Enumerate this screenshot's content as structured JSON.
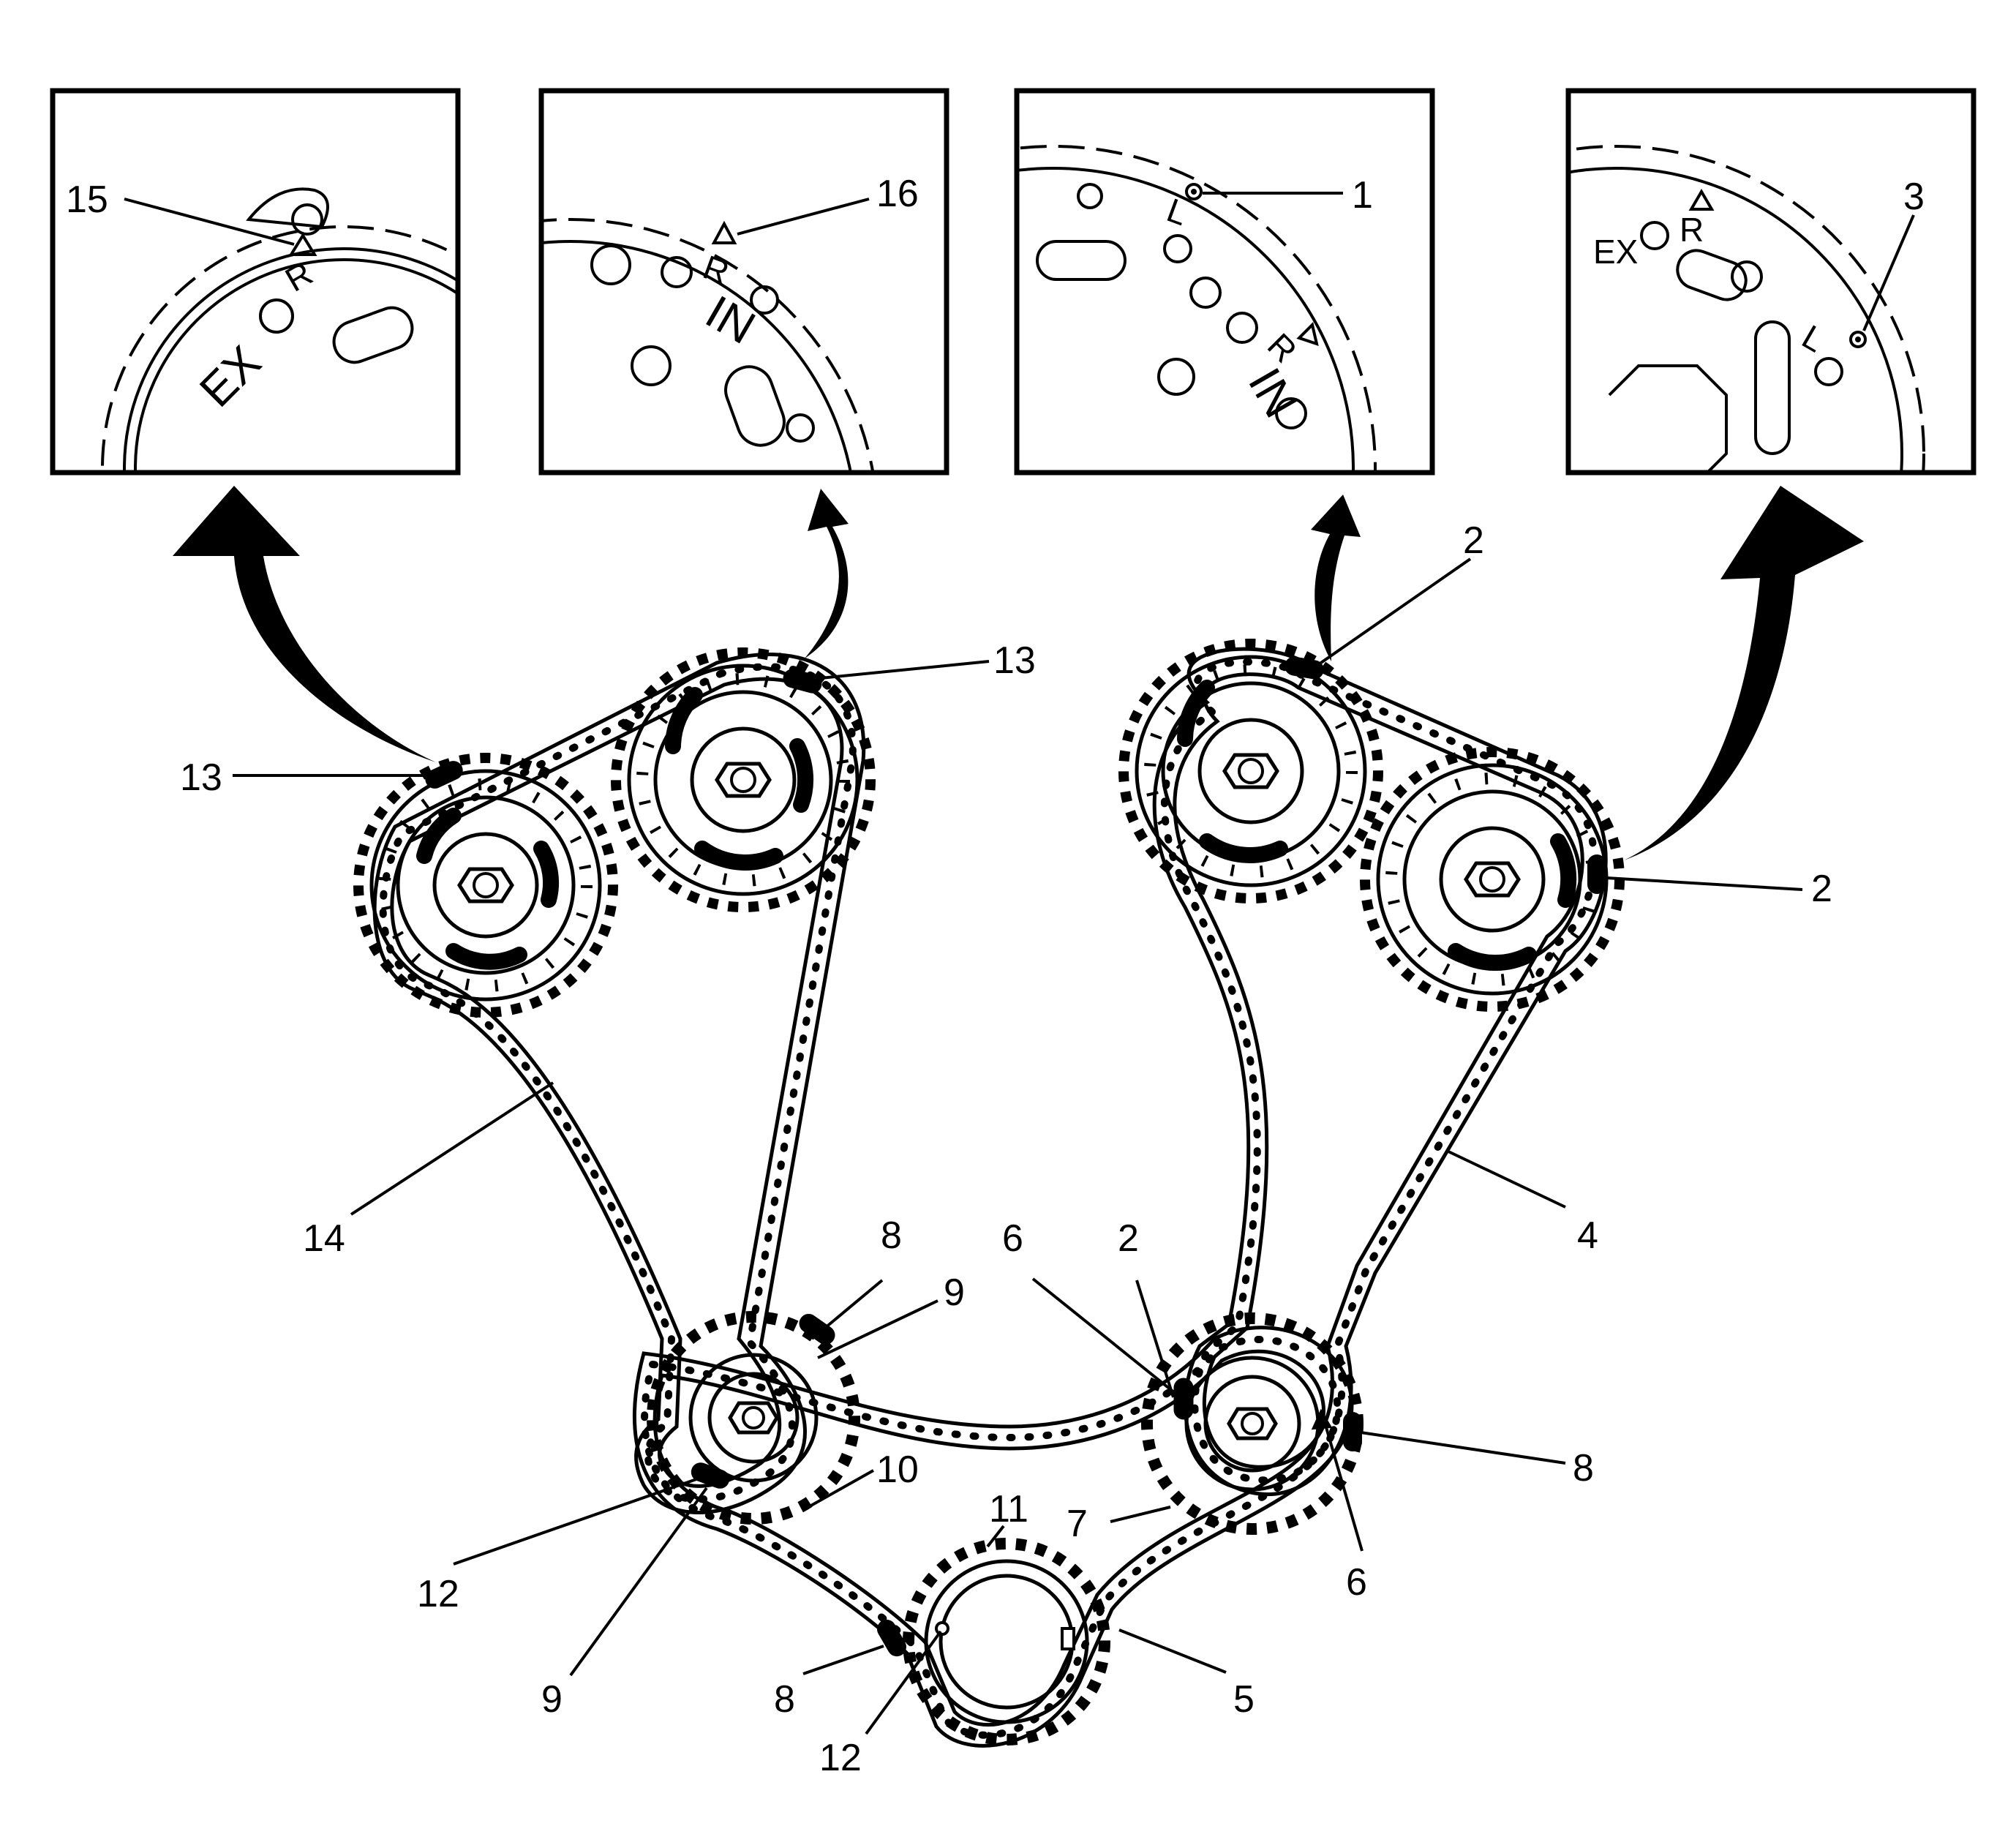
{
  "callouts": {
    "c1": "1",
    "c2a": "2",
    "c2b": "2",
    "c2c": "2",
    "c3": "3",
    "c4": "4",
    "c5": "5",
    "c6a": "6",
    "c6b": "6",
    "c7": "7",
    "c8a": "8",
    "c8b": "8",
    "c8c": "8",
    "c9a": "9",
    "c9b": "9",
    "c10": "10",
    "c11": "11",
    "c12a": "12",
    "c12b": "12",
    "c13a": "13",
    "c13b": "13",
    "c14": "14",
    "c15": "15",
    "c16": "16"
  },
  "sprocket_marks": {
    "ex": "EX",
    "r": "R",
    "in": "IN",
    "l": "L"
  },
  "colors": {
    "line": "#000000",
    "background": "#ffffff"
  }
}
